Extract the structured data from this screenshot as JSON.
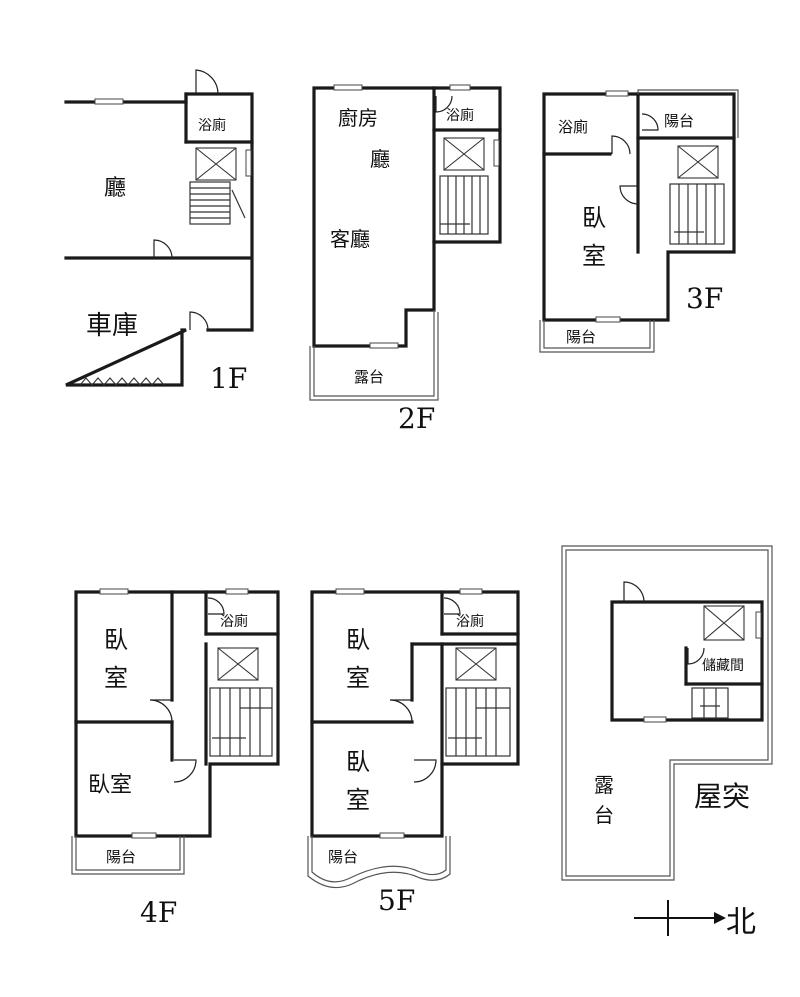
{
  "floors": {
    "f1": {
      "label": "1F",
      "rooms": {
        "living": "廳",
        "garage": "車庫",
        "bath": "浴廁"
      }
    },
    "f2": {
      "label": "2F",
      "rooms": {
        "kitchen": "廚房",
        "hall": "廳",
        "living": "客廳",
        "bath": "浴廁",
        "terrace": "露台"
      }
    },
    "f3": {
      "label": "3F",
      "rooms": {
        "bath": "浴廁",
        "balcony_top": "陽台",
        "bedroom_line1": "臥",
        "bedroom_line2": "室",
        "balcony_bottom": "陽台"
      }
    },
    "f4": {
      "label": "4F",
      "rooms": {
        "bath": "浴廁",
        "bedroom1_line1": "臥",
        "bedroom1_line2": "室",
        "bedroom2": "臥室",
        "balcony": "陽台"
      }
    },
    "f5": {
      "label": "5F",
      "rooms": {
        "bath": "浴廁",
        "bedroom1_line1": "臥",
        "bedroom1_line2": "室",
        "bedroom2_line1": "臥",
        "bedroom2_line2": "室",
        "balcony": "陽台"
      }
    },
    "roof": {
      "label": "屋突",
      "rooms": {
        "storage": "儲藏間",
        "terrace_line1": "露",
        "terrace_line2": "台"
      }
    }
  },
  "compass": {
    "direction": "北"
  }
}
